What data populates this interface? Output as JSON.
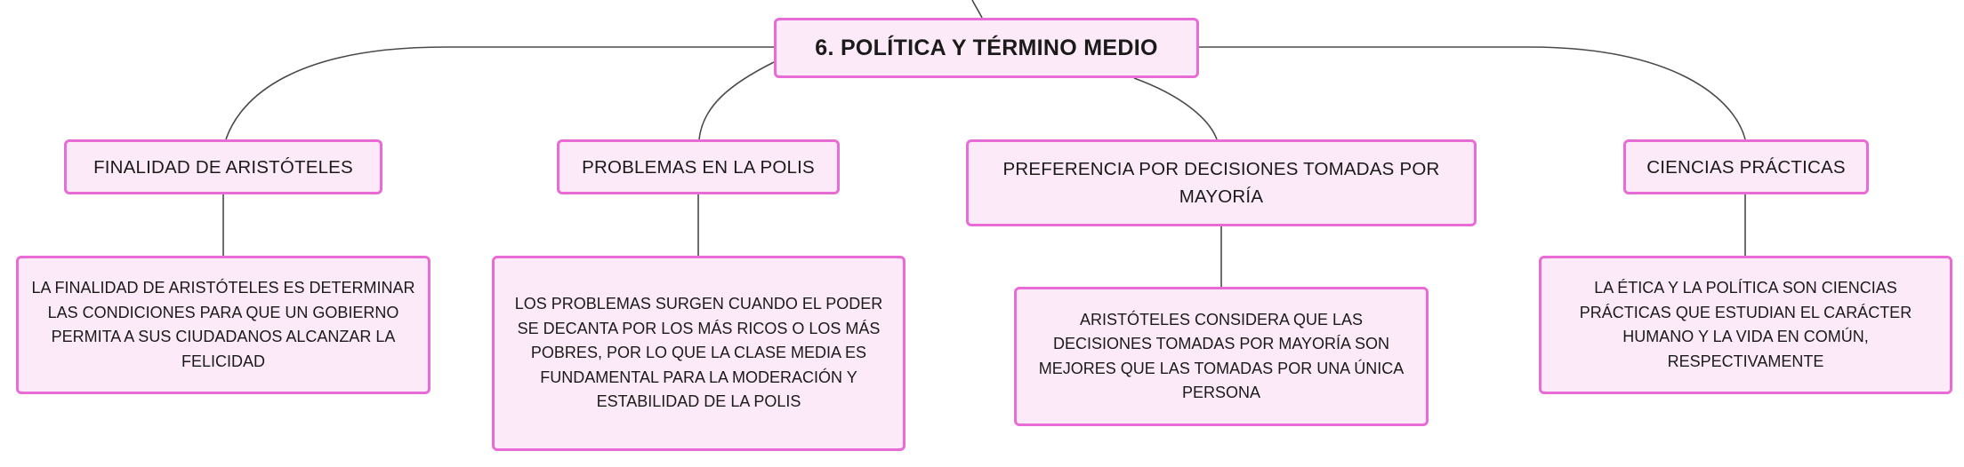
{
  "diagram": {
    "root": {
      "label": "6. POLÍTICA Y TÉRMINO MEDIO"
    },
    "branches": [
      {
        "label": "FINALIDAD DE ARISTÓTELES",
        "detail": "LA FINALIDAD DE ARISTÓTELES ES DETERMINAR LAS CONDICIONES PARA QUE UN GOBIERNO PERMITA A SUS CIUDADANOS ALCANZAR LA FELICIDAD"
      },
      {
        "label": "PROBLEMAS EN LA POLIS",
        "detail": "LOS PROBLEMAS SURGEN CUANDO EL PODER SE DECANTA POR LOS MÁS RICOS O LOS MÁS POBRES, POR LO QUE LA CLASE MEDIA ES FUNDAMENTAL PARA LA MODERACIÓN Y ESTABILIDAD DE LA POLIS"
      },
      {
        "label": "PREFERENCIA POR DECISIONES TOMADAS POR MAYORÍA",
        "detail": "ARISTÓTELES CONSIDERA QUE LAS DECISIONES TOMADAS POR MAYORÍA SON MEJORES QUE LAS TOMADAS POR UNA ÚNICA PERSONA"
      },
      {
        "label": "CIENCIAS PRÁCTICAS",
        "detail": "LA ÉTICA Y LA POLÍTICA SON CIENCIAS PRÁCTICAS QUE ESTUDIAN EL CARÁCTER HUMANO Y LA VIDA EN COMÚN, RESPECTIVAMENTE"
      }
    ],
    "colors": {
      "node_fill": "#fdeaf8",
      "node_border": "#e86bd6",
      "connector": "#4a4a4a"
    }
  }
}
